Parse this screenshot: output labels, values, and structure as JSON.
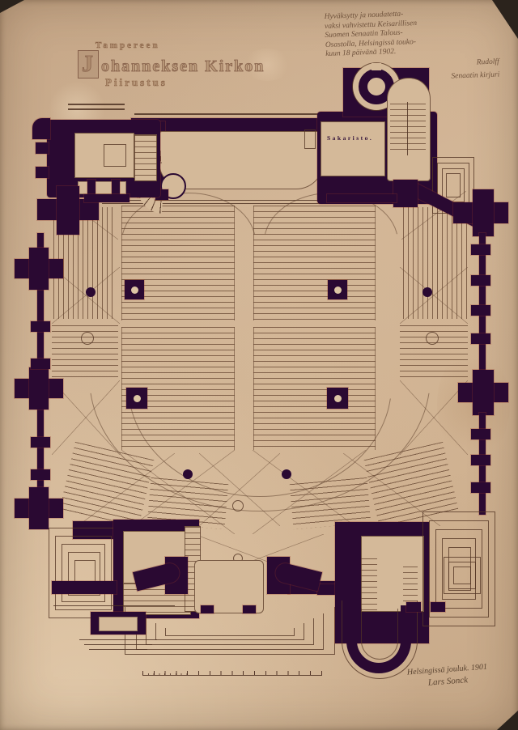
{
  "title": {
    "city": "Tampereen",
    "main": "Johanneksen Kirkon",
    "sub": "Piirustus"
  },
  "note": {
    "lines": [
      "Hyväksytty ja noudatetta-",
      "vaksi vahvistettu Keisarillisen",
      "Suomen Senaatin Talous-",
      "Osastolla, Helsingissä touko-",
      "kuun 18 päivänä 1902."
    ],
    "signatures": [
      "Rudolff",
      "Senaatin kirjuri"
    ]
  },
  "labels": {
    "sacristy": "Sakaristo."
  },
  "signature_block": {
    "place_date": "Helsingissä jouluk. 1901",
    "name": "Lars Sonck"
  },
  "colors": {
    "paper": "#cdb091",
    "wall_poche": "#2a0932",
    "ink": "#6e513b",
    "red_edge": "#96382a"
  }
}
